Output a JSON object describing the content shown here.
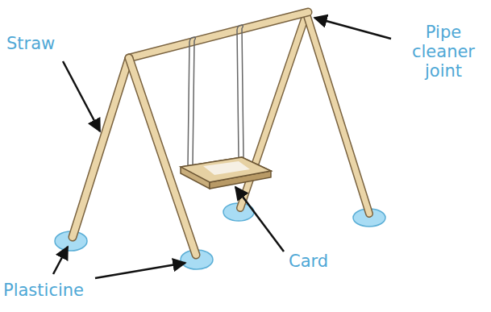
{
  "diagram": {
    "labels": [
      "Straw",
      "Pipe cleaner joint",
      "Card",
      "Plasticine"
    ]
  }
}
